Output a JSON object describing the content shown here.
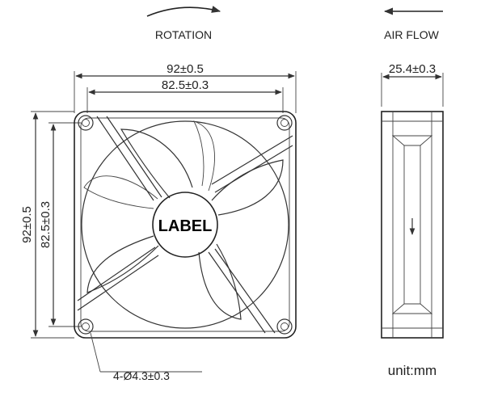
{
  "labels": {
    "rotation": "ROTATION",
    "air_flow": "AIR FLOW",
    "width_outer": "92±0.5",
    "width_inner": "82.5±0.3",
    "height_outer": "92±0.5",
    "height_inner": "82.5±0.3",
    "depth": "25.4±0.3",
    "holes": "4-Ø4.3±0.3",
    "label": "LABEL",
    "unit": "unit:mm"
  },
  "icons": {
    "rotation_arrow": "curved-arrow-right-icon",
    "airflow_arrow": "arrow-left-icon",
    "side_airflow_arrow": "arrow-down-icon"
  }
}
